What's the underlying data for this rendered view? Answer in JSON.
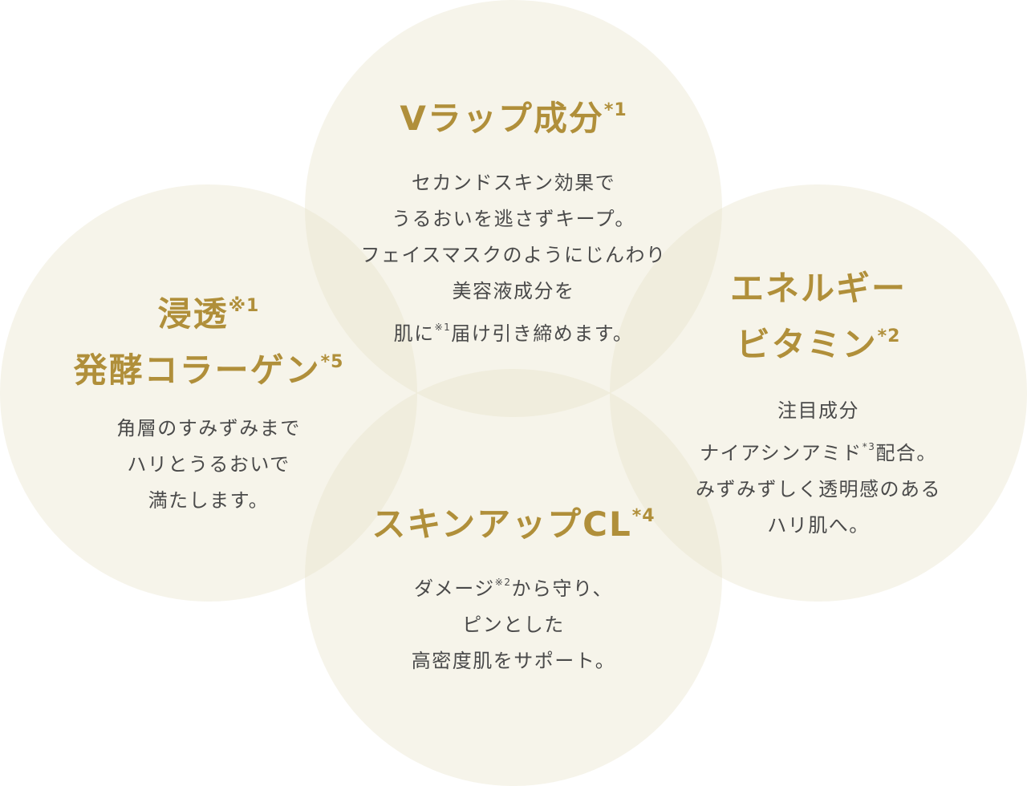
{
  "colors": {
    "title": "#b08f3a",
    "text": "#4a4a4a",
    "circle": "#e8e1c8"
  },
  "top": {
    "title": "Vラップ成分",
    "title_sup": "*1",
    "desc1": "セカンドスキン効果で",
    "desc2": "うるおいを逃さずキープ。",
    "desc3": "フェイスマスクのようにじんわり",
    "desc4": "美容液成分を",
    "desc5a": "肌に",
    "desc5_sup": "※1",
    "desc5b": "届け引き締めます。"
  },
  "left": {
    "title1": "浸透",
    "title1_sup": "※1",
    "title2": "発酵コラーゲン",
    "title2_sup": "*5",
    "desc1": "角層のすみずみまで",
    "desc2": "ハリとうるおいで",
    "desc3": "満たします。"
  },
  "right": {
    "title1": "エネルギー",
    "title2": "ビタミン",
    "title2_sup": "*2",
    "desc1": "注目成分",
    "desc2a": "ナイアシンアミド",
    "desc2_sup": "*3",
    "desc2b": "配合。",
    "desc3": "みずみずしく透明感のある",
    "desc4": "ハリ肌へ。"
  },
  "bottom": {
    "title": "スキンアップCL",
    "title_sup": "*4",
    "desc1a": "ダメージ",
    "desc1_sup": "※2",
    "desc1b": "から守り、",
    "desc2": "ピンとした",
    "desc3": "高密度肌をサポート。"
  }
}
